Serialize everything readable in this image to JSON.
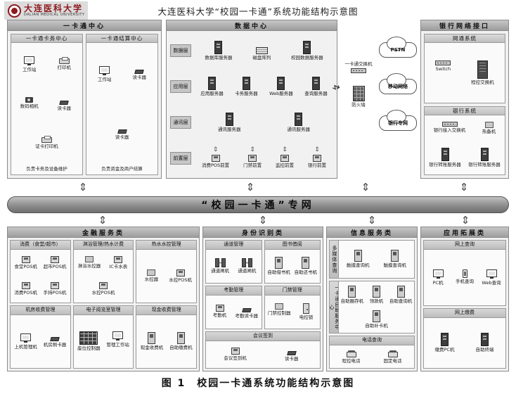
{
  "page": {
    "title": "大连医科大学“校园一卡通”系统功能结构示意图",
    "caption": "图 1　校园一卡通系统功能结构示意图"
  },
  "logo": {
    "cn": "大连医科大学",
    "en": "DALIAN MEDICAL UNIVERSITY"
  },
  "backbone": {
    "label": "“校园一卡通”专网"
  },
  "card_center": {
    "title": "一卡通中心",
    "sections": [
      {
        "title": "一卡通卡务中心",
        "note": "负责卡务及设备维护",
        "devices": [
          {
            "label": "工作站",
            "icon": "pc"
          },
          {
            "label": "打印机",
            "icon": "printer"
          },
          {
            "label": "数码相机",
            "icon": "camera"
          },
          {
            "label": "读卡器",
            "icon": "reader"
          },
          {
            "label": "证卡打印机",
            "icon": "printer"
          }
        ]
      },
      {
        "title": "一卡通结算中心",
        "note": "负责资金及商户结算",
        "devices": [
          {
            "label": "工作站",
            "icon": "pc"
          },
          {
            "label": "读卡器",
            "icon": "reader"
          },
          {
            "label": "读卡器",
            "icon": "reader"
          }
        ]
      }
    ]
  },
  "data_center": {
    "title": "数据中心",
    "layers": [
      {
        "name": "数据层",
        "devices": [
          {
            "label": "数据库服务器",
            "icon": "server"
          },
          {
            "label": "磁盘阵列",
            "icon": "disk"
          },
          {
            "label": "校园数据服务器",
            "icon": "server"
          }
        ]
      },
      {
        "name": "应用层",
        "devices": [
          {
            "label": "应用服务器",
            "icon": "server"
          },
          {
            "label": "卡务服务器",
            "icon": "server"
          },
          {
            "label": "Web服务器",
            "icon": "server"
          },
          {
            "label": "查询服务器",
            "icon": "server"
          }
        ]
      },
      {
        "name": "通讯层",
        "devices": [
          {
            "label": "通讯服务器",
            "icon": "server"
          },
          {
            "label": "通讯服务器",
            "icon": "server"
          }
        ]
      },
      {
        "name": "前置层",
        "devices": [
          {
            "label": "消费POS前置",
            "icon": "pos"
          },
          {
            "label": "门禁前置",
            "icon": "pos"
          },
          {
            "label": "监控前置",
            "icon": "pos"
          },
          {
            "label": "银行前置",
            "icon": "pos"
          }
        ]
      }
    ]
  },
  "network": {
    "switch_label": "一卡通交换机",
    "firewall_label": "防火墙",
    "clouds": [
      {
        "label": "PSTN"
      },
      {
        "label": "移动网络"
      },
      {
        "label": "银行专网"
      }
    ]
  },
  "bank": {
    "title": "银行网络接口",
    "sections": [
      {
        "title": "网通系统",
        "devices": [
          {
            "label": "Switch",
            "icon": "switch"
          },
          {
            "label": "程控交换机",
            "icon": "cabinet"
          }
        ]
      },
      {
        "title": "银行系统",
        "devices": [
          {
            "label": "银行接入交换机",
            "icon": "switch"
          },
          {
            "label": "热备机",
            "icon": "box"
          },
          {
            "label": "银行转账服务器",
            "icon": "server"
          },
          {
            "label": "银行转账服务器",
            "icon": "server"
          }
        ]
      }
    ]
  },
  "groups": [
    {
      "title": "金融服务类",
      "boxes": [
        {
          "title": "消费（食堂/超市）",
          "devices": [
            {
              "label": "食堂POS机",
              "icon": "pos"
            },
            {
              "label": "超市POS机",
              "icon": "pos"
            },
            {
              "label": "消费POS机",
              "icon": "pos"
            },
            {
              "label": "手持POS机",
              "icon": "pos"
            }
          ]
        },
        {
          "title": "淋浴管理/热水计费",
          "devices": [
            {
              "label": "淋浴水控器",
              "icon": "box"
            },
            {
              "label": "IC卡水表",
              "icon": "pos"
            },
            {
              "label": "水控POS机",
              "icon": "pos"
            }
          ]
        },
        {
          "title": "热水水控管理",
          "devices": [
            {
              "label": "水控器",
              "icon": "box"
            },
            {
              "label": "水控POS机",
              "icon": "pos"
            }
          ]
        },
        {
          "title": "机房收费管理",
          "devices": [
            {
              "label": "上机管理机",
              "icon": "pc"
            },
            {
              "label": "机房刷卡器",
              "icon": "reader"
            }
          ]
        },
        {
          "title": "电子阅览室管理",
          "devices": [
            {
              "label": "座位控制器",
              "icon": "grid"
            },
            {
              "label": "管理工作站",
              "icon": "pc"
            }
          ]
        },
        {
          "title": "现金收费管理",
          "devices": [
            {
              "label": "现金收费机",
              "icon": "kiosk"
            },
            {
              "label": "自助缴费机",
              "icon": "kiosk"
            }
          ]
        }
      ]
    },
    {
      "title": "身份识别类",
      "boxes": [
        {
          "title": "通道管理",
          "devices": [
            {
              "label": "通道闸机",
              "icon": "gate"
            },
            {
              "label": "通道闸机",
              "icon": "gate"
            }
          ]
        },
        {
          "title": "图书借阅",
          "devices": [
            {
              "label": "自助借书机",
              "icon": "kiosk"
            },
            {
              "label": "自助还书机",
              "icon": "kiosk"
            }
          ]
        },
        {
          "title": "考勤管理",
          "devices": [
            {
              "label": "考勤机",
              "icon": "pos"
            },
            {
              "label": "考勤读卡器",
              "icon": "reader"
            }
          ]
        },
        {
          "title": "门禁管理",
          "devices": [
            {
              "label": "门禁控制器",
              "icon": "box"
            },
            {
              "label": "电控锁",
              "icon": "door"
            }
          ]
        },
        {
          "title": "会议签到",
          "devices": [
            {
              "label": "会议签到机",
              "icon": "pos"
            },
            {
              "label": "读卡器",
              "icon": "reader"
            }
          ]
        }
      ]
    },
    {
      "title": "信息服务类",
      "boxes": [
        {
          "title": "多媒体查询",
          "devices": [
            {
              "label": "触摸查询机",
              "icon": "kiosk"
            },
            {
              "label": "触摸查询机",
              "icon": "kiosk"
            }
          ]
        },
        {
          "title": "一卡通自助服务中心",
          "devices": [
            {
              "label": "自助圈存机",
              "icon": "kiosk"
            },
            {
              "label": "领款机",
              "icon": "kiosk"
            },
            {
              "label": "自助查询机",
              "icon": "kiosk"
            },
            {
              "label": "自助补卡机",
              "icon": "kiosk"
            }
          ]
        },
        {
          "title": "电话查询",
          "devices": [
            {
              "label": "程控电话",
              "icon": "phone"
            },
            {
              "label": "固定电话",
              "icon": "phone"
            }
          ]
        }
      ]
    },
    {
      "title": "应用拓展类",
      "boxes": [
        {
          "title": "网上查询",
          "devices": [
            {
              "label": "PC机",
              "icon": "pc"
            },
            {
              "label": "手机查询",
              "icon": "mobile"
            },
            {
              "label": "Web查询",
              "icon": "pc"
            }
          ]
        },
        {
          "title": "网上缴费",
          "devices": [
            {
              "label": "缴费PC机",
              "icon": "server"
            },
            {
              "label": "自助终端",
              "icon": "server"
            }
          ]
        }
      ]
    }
  ]
}
